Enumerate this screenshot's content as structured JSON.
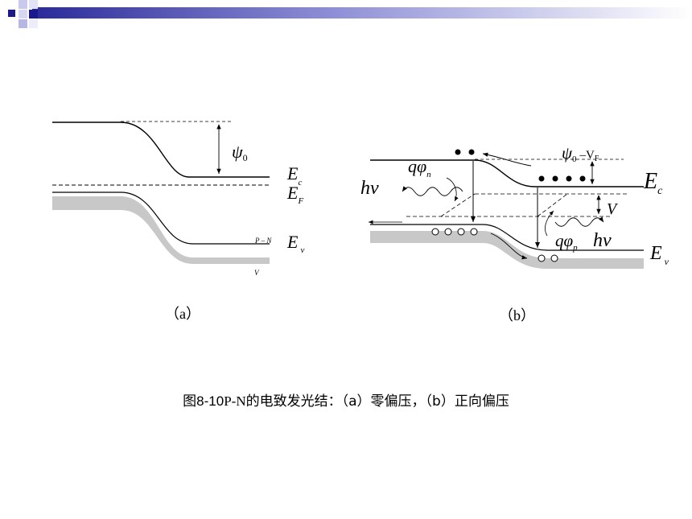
{
  "diagram_a": {
    "label": "（a）",
    "psi": "ψ",
    "psi_sub": "0",
    "ec_main": "E",
    "ec_sub": "c",
    "ef_main": "E",
    "ef_sub": "F",
    "ev_main": "E",
    "ev_sub": "v",
    "pn_small": "P – N",
    "v_small": "V"
  },
  "diagram_b": {
    "label": "（b）",
    "psi": "ψ",
    "psi_sub": "0",
    "vf_minus": "–V",
    "vf_sub": "F",
    "qphi_n_main": "qφ",
    "qphi_n_sub": "n",
    "qphi_p_main": "qφ",
    "qphi_p_sub": "p",
    "hv_left": "hν",
    "hv_right": "hν",
    "v_label": "V",
    "ec_main": "E",
    "ec_sub": "c",
    "ev_main": "E",
    "ev_sub": "v"
  },
  "caption": {
    "prefix": "图",
    "number": "8-10",
    "pn": "P-N",
    "text": "的电致发光结：（a）零偏压，（b）正向偏压"
  },
  "colors": {
    "band_gray": "#c8c8c8",
    "header_blue": "#1a1a8c",
    "header_light": "#b7b7e6"
  }
}
